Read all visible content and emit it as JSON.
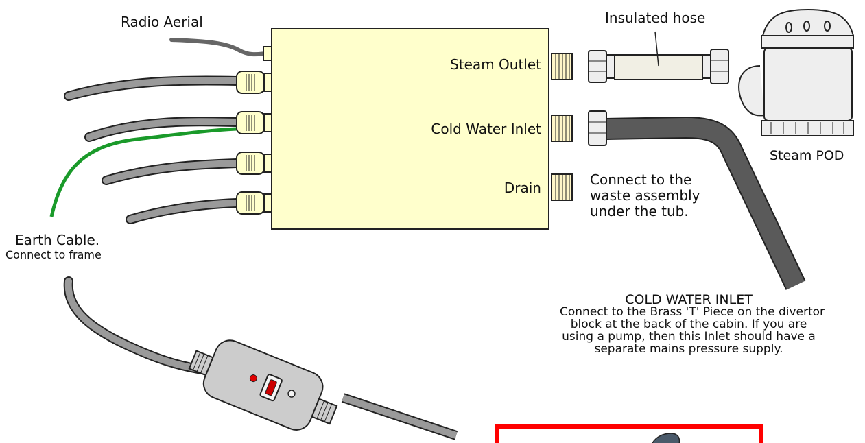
{
  "labels": {
    "radio_aerial": "Radio Aerial",
    "insulated_hose": "Insulated hose",
    "steam_outlet": "Steam Outlet",
    "cold_water_inlet": "Cold Water Inlet",
    "drain": "Drain",
    "steam_pod": "Steam POD",
    "drain_note_line1": "Connect to the",
    "drain_note_line2": "waste assembly",
    "drain_note_line3": "under the tub.",
    "earth_cable_title": "Earth Cable.",
    "earth_cable_note": "Connect to frame",
    "inlet_heading": "COLD WATER INLET",
    "inlet_note_line1": "Connect to the Brass 'T' Piece on the divertor",
    "inlet_note_line2": "block at the back of the cabin. If you are",
    "inlet_note_line3": "using a pump, then this Inlet should have a",
    "inlet_note_line4": "separate mains pressure supply."
  },
  "colors": {
    "control_box": "#ffffcc",
    "outline": "#222222",
    "cable": "#999999",
    "earth_cable": "#1a9a2a",
    "inlet_hose": "#5a5a5a",
    "highlight_frame": "#ff0000",
    "rcd_led": "#e00000"
  },
  "icons": [
    "radio-aerial-icon",
    "steam-pod-icon",
    "rcd-plug-icon",
    "gland-icon",
    "threaded-fitting-icon"
  ]
}
